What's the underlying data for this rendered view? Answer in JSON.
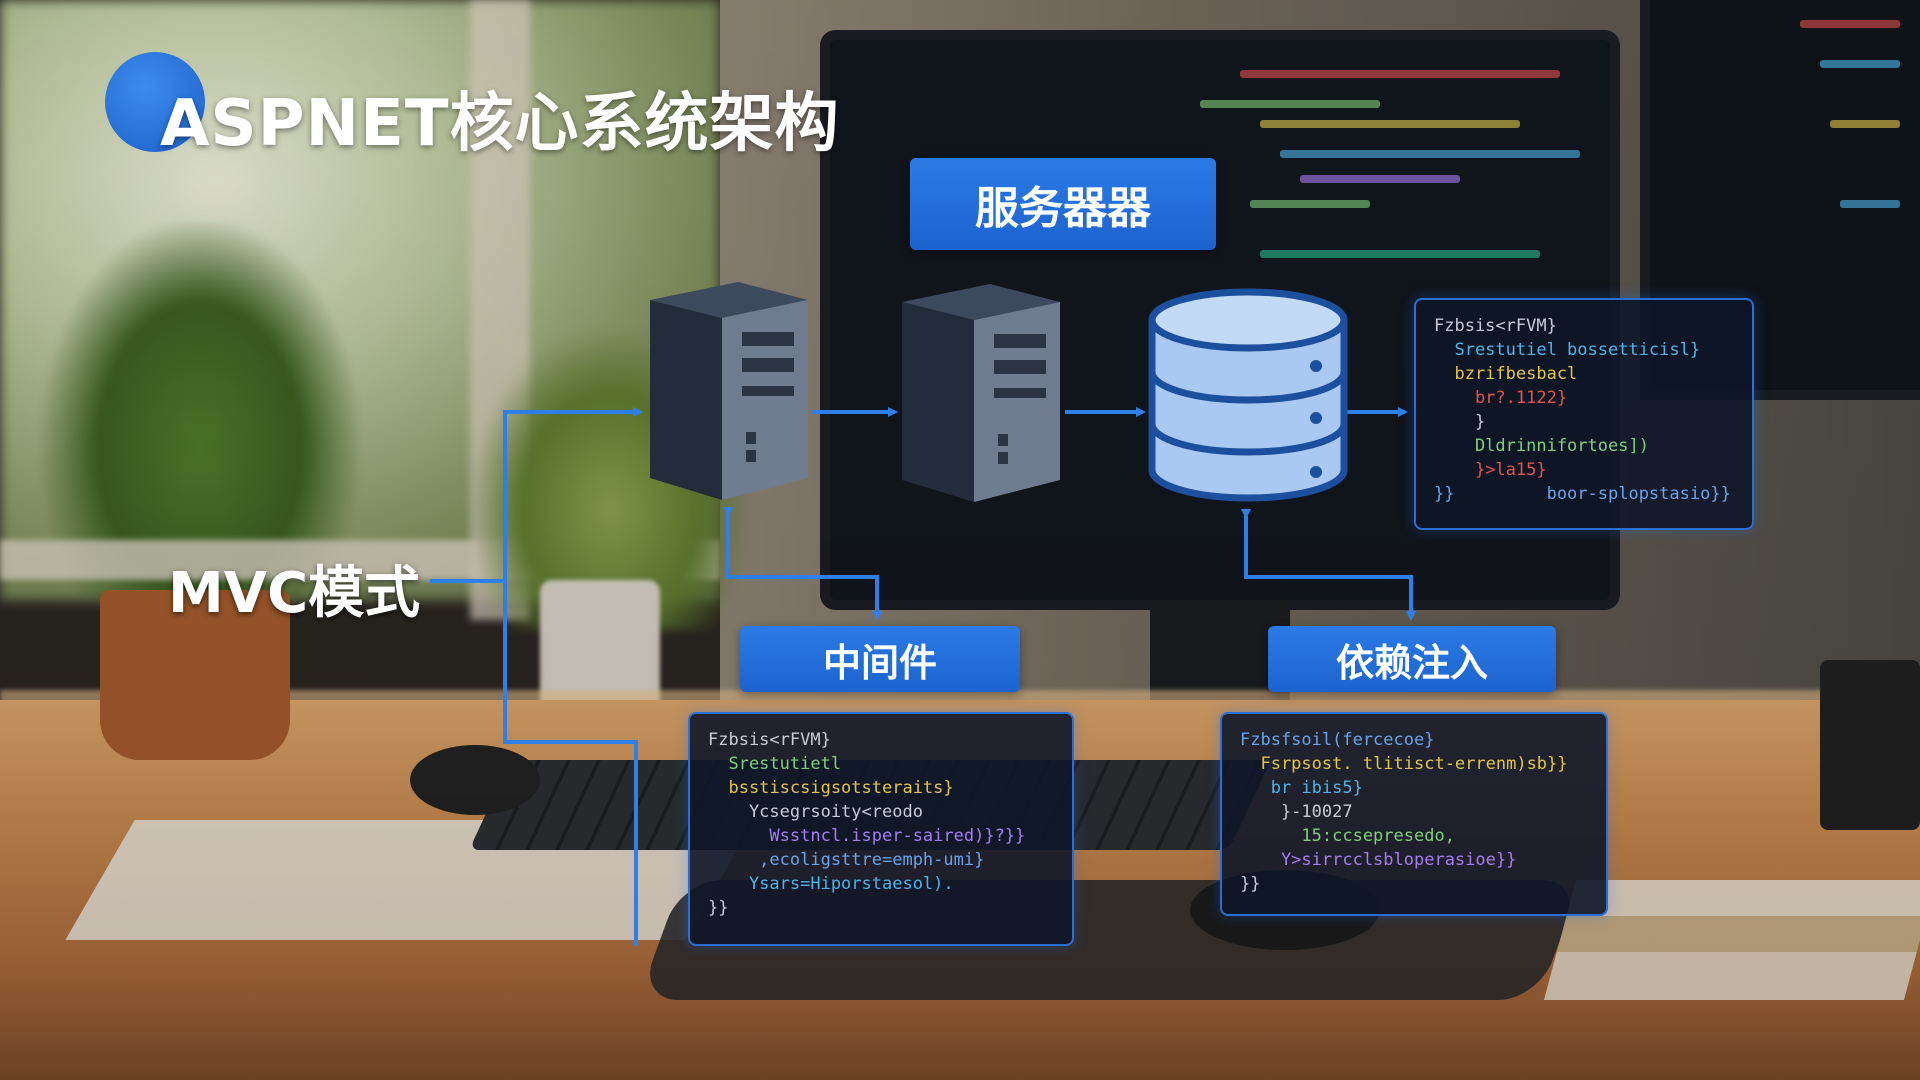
{
  "title": "ASPNET核心系统架构",
  "boxes": {
    "server": "服务器器",
    "middleware": "中间件",
    "dependency_injection": "依赖注入",
    "mvc": "MVC模式"
  },
  "code_panels": {
    "right": [
      {
        "text": "Fzbsis<rFVM}",
        "color": "#c9cbd6"
      },
      {
        "text": "  Srestutiel bossetticisl}",
        "color": "#4fb4e8"
      },
      {
        "text": "  bzrifbesbacl",
        "color": "#e2c64a"
      },
      {
        "text": "    br?.1122}",
        "color": "#e0564a"
      },
      {
        "text": "    }",
        "color": "#c9cbd6"
      },
      {
        "text": "    Dldrinnifortoes])",
        "color": "#7fd07a"
      },
      {
        "text": "    }>la15}",
        "color": "#e0564a"
      },
      {
        "text": "}}         boor-splopstasio}}",
        "color": "#6aa3ea"
      }
    ],
    "middleware": [
      {
        "text": "Fzbsis<rFVM}",
        "color": "#c9cbd6"
      },
      {
        "text": "  Srestutietl",
        "color": "#7fd07a"
      },
      {
        "text": "  bsstiscsigsotsteraits}",
        "color": "#e2c64a"
      },
      {
        "text": "    Ycsegrsoity<reodo",
        "color": "#c9cbd6"
      },
      {
        "text": "      Wsstncl.isper-saired)}?}}",
        "color": "#a67cf0"
      },
      {
        "text": "     ,ecoligsttre=emph-umi}",
        "color": "#6aa3ea"
      },
      {
        "text": "    Ysars=Hiporstaesol).",
        "color": "#4fb4e8"
      },
      {
        "text": "}}",
        "color": "#c9cbd6"
      }
    ],
    "dependency_injection": [
      {
        "text": "Fzbsfsoil(fercecoe}",
        "color": "#6aa3ea"
      },
      {
        "text": "  Fsrpsost. tlitisct-errenm)sb}}",
        "color": "#e2c64a"
      },
      {
        "text": "   br ibis5}",
        "color": "#4fb4e8"
      },
      {
        "text": "    }-10027",
        "color": "#c9cbd6"
      },
      {
        "text": "      15:ccsepresedo,",
        "color": "#7fd07a"
      },
      {
        "text": "    Y>sirrcclsbloperasioe}}",
        "color": "#a67cf0"
      },
      {
        "text": "}}",
        "color": "#c9cbd6"
      }
    ]
  },
  "icons": [
    "server-tower-icon",
    "database-icon",
    "arrow-icon"
  ],
  "colors": {
    "accent": "#2470dc",
    "arrow": "#2f7fe8",
    "panel_bg": "#0e1628"
  }
}
